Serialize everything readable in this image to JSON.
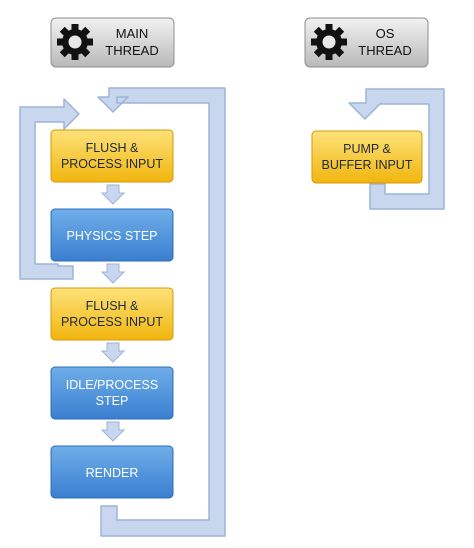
{
  "headers": {
    "main": {
      "line1": "MAIN",
      "line2": "THREAD",
      "icon": "gear-icon"
    },
    "os": {
      "line1": "OS",
      "line2": "THREAD",
      "icon": "gear-icon"
    }
  },
  "main_thread_steps": [
    {
      "line1": "FLUSH &",
      "line2": "PROCESS INPUT",
      "kind": "input"
    },
    {
      "line1": "PHYSICS STEP",
      "line2": "",
      "kind": "compute"
    },
    {
      "line1": "FLUSH &",
      "line2": "PROCESS INPUT",
      "kind": "input"
    },
    {
      "line1": "IDLE/PROCESS",
      "line2": "STEP",
      "kind": "compute"
    },
    {
      "line1": "RENDER",
      "line2": "",
      "kind": "compute"
    }
  ],
  "os_thread_steps": [
    {
      "line1": "PUMP &",
      "line2": "BUFFER INPUT",
      "kind": "input"
    }
  ],
  "colors": {
    "input_box_top": "#fde27a",
    "input_box_bottom": "#f1b50e",
    "input_box_border": "#d49a06",
    "compute_box_top": "#70aee9",
    "compute_box_bottom": "#3a7fd0",
    "compute_box_border": "#2e6db8",
    "arrow_fill": "#c8d7ee",
    "arrow_stroke": "#9cb4d8",
    "header_top": "#eeeeee",
    "header_bottom": "#bdbdbd"
  }
}
